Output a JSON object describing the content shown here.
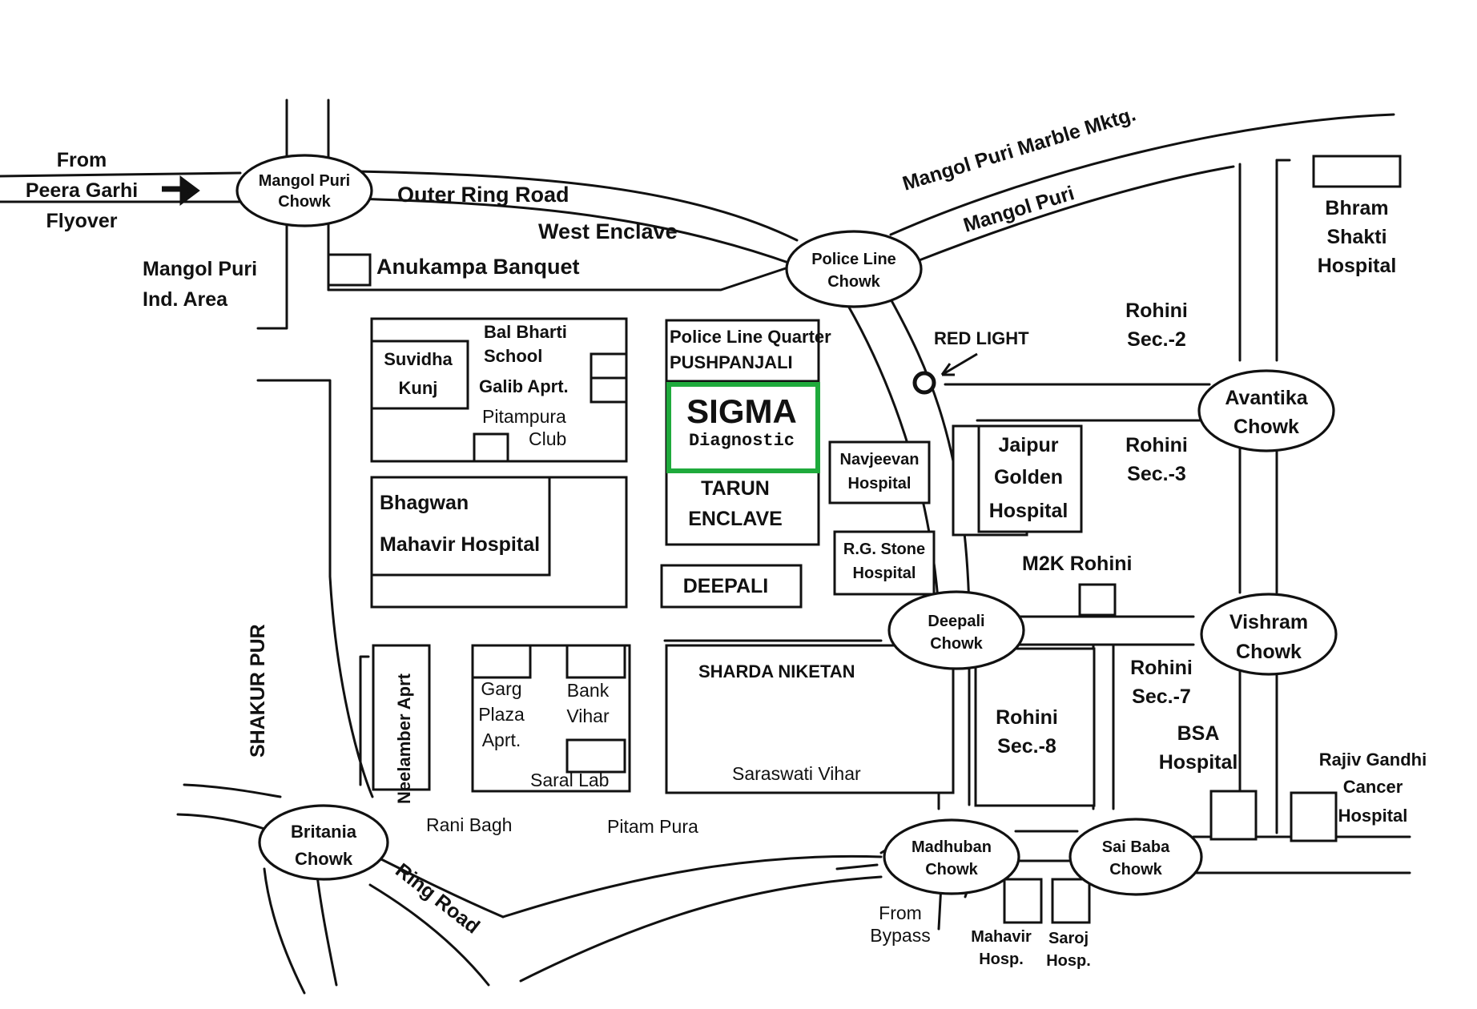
{
  "map": {
    "highlight": {
      "name": "SIGMA",
      "subtitle": "Diagnostic",
      "color": "#1faa3c"
    },
    "chowks": {
      "mangol_puri": [
        "Mangol Puri",
        "Chowk"
      ],
      "police_line": [
        "Police Line",
        "Chowk"
      ],
      "avantika": [
        "Avantika",
        "Chowk"
      ],
      "deepali": [
        "Deepali",
        "Chowk"
      ],
      "vishram": [
        "Vishram",
        "Chowk"
      ],
      "britania": [
        "Britania",
        "Chowk"
      ],
      "madhuban": [
        "Madhuban",
        "Chowk"
      ],
      "sai_baba": [
        "Sai Baba",
        "Chowk"
      ]
    },
    "roads": {
      "outer_ring_road": "Outer Ring Road",
      "west_enclave": "West Enclave",
      "marble_mktg": "Mangol Puri Marble Mktg.",
      "mangol_puri": "Mangol Puri",
      "ring_road": "Ring Road",
      "from_peera": [
        "From",
        "Peera Garhi",
        "Flyover"
      ],
      "from_bypass": [
        "From",
        "Bypass"
      ]
    },
    "areas": {
      "mangol_puri_ind": [
        "Mangol Puri",
        "Ind. Area"
      ],
      "shakur_pur": "SHAKUR PUR",
      "rohini_sec2": [
        "Rohini",
        "Sec.-2"
      ],
      "rohini_sec3": [
        "Rohini",
        "Sec.-3"
      ],
      "rohini_sec7": [
        "Rohini",
        "Sec.-7"
      ],
      "rohini_sec8": [
        "Rohini",
        "Sec.-8"
      ],
      "m2k": "M2K Rohini",
      "sharda": "SHARDA NIKETAN",
      "saraswati": "Saraswati Vihar",
      "rani_bagh": "Rani Bagh",
      "pitam_pura": "Pitam Pura",
      "tarun": [
        "TARUN",
        "ENCLAVE"
      ],
      "deepali": "DEEPALI",
      "police_qtr": "Police Line Quarter",
      "pushpanjali": "PUSHPANJALI",
      "red_light": "RED LIGHT"
    },
    "landmarks": {
      "anukampa": "Anukampa Banquet",
      "bal_bharti": [
        "Bal Bharti",
        "School"
      ],
      "suvidha": [
        "Suvidha",
        "Kunj"
      ],
      "galib": "Galib Aprt.",
      "pitampura_club": [
        "Pitampura",
        "Club"
      ],
      "bhagwan": [
        "Bhagwan",
        "Mahavir Hospital"
      ],
      "navjeevan": [
        "Navjeevan",
        "Hospital"
      ],
      "rg_stone": [
        "R.G. Stone",
        "Hospital"
      ],
      "jaipur_golden": [
        "Jaipur",
        "Golden",
        "Hospital"
      ],
      "bhram_shakti": [
        "Bhram",
        "Shakti",
        "Hospital"
      ],
      "bsa": [
        "BSA",
        "Hospital"
      ],
      "rajiv_gandhi": [
        "Rajiv Gandhi",
        "Cancer",
        "Hospital"
      ],
      "neelamber": "Neelamber Aprt",
      "garg_plaza": [
        "Garg",
        "Plaza",
        "Aprt."
      ],
      "bank_vihar": [
        "Bank",
        "Vihar"
      ],
      "saral_lab": "Saral Lab",
      "mahavir_hosp": [
        "Mahavir",
        "Hosp."
      ],
      "saroj_hosp": [
        "Saroj",
        "Hosp."
      ]
    }
  }
}
